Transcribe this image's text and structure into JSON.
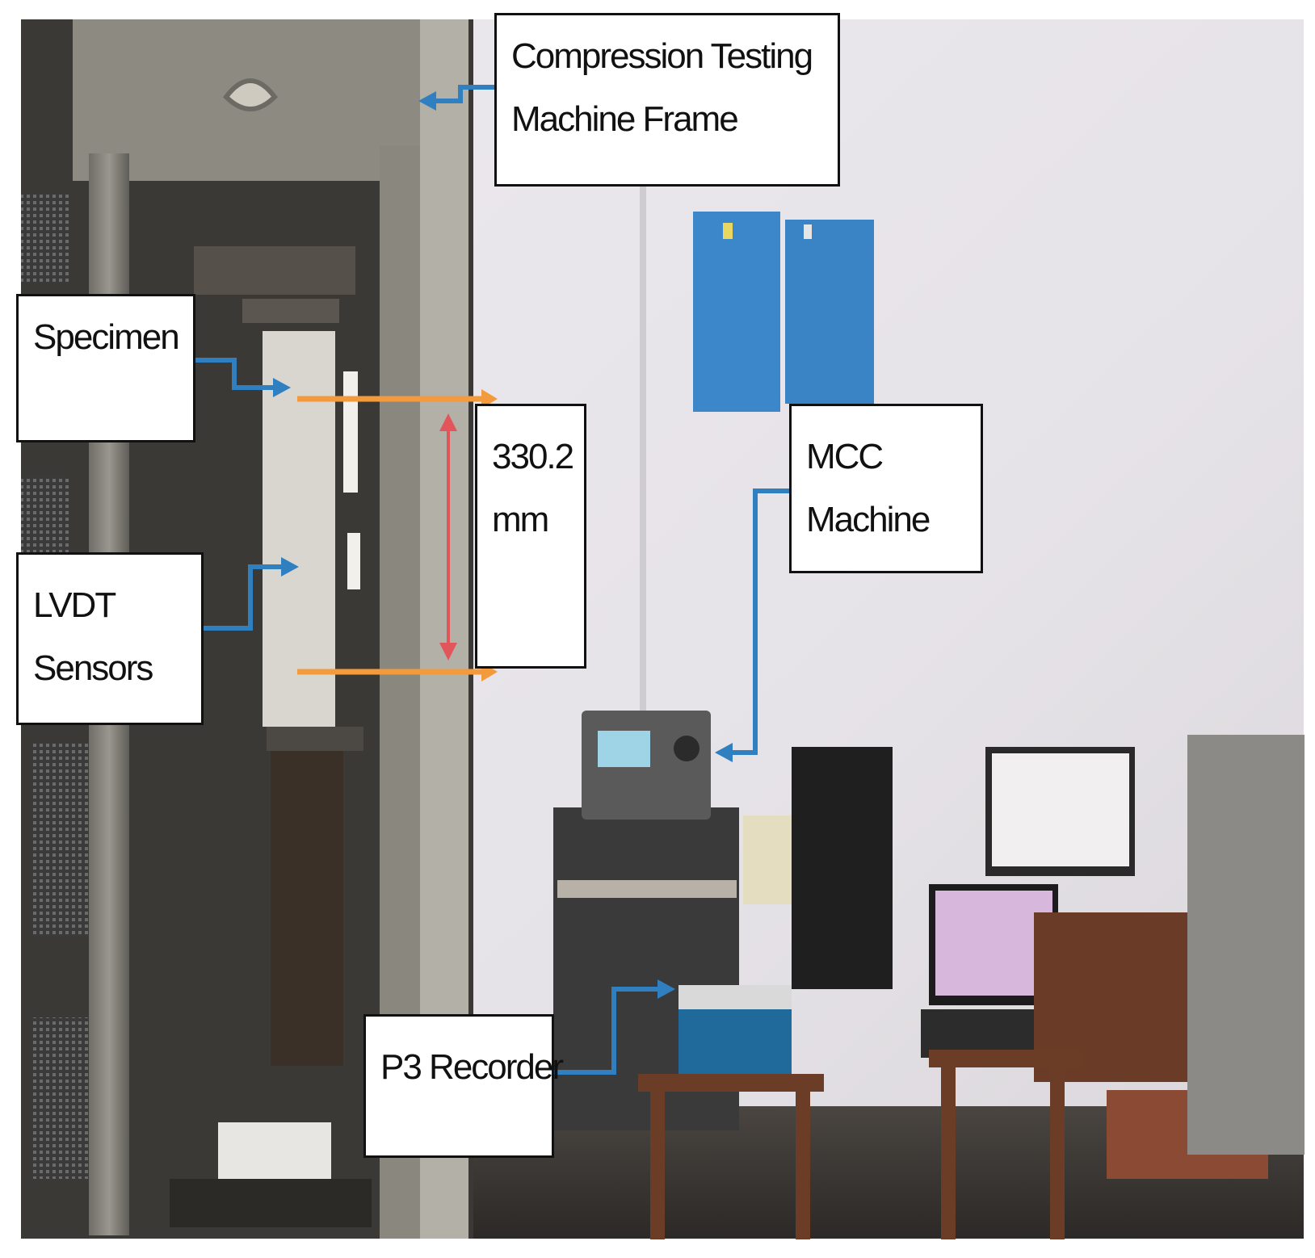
{
  "labels": {
    "frame": [
      "Compression Testing",
      "Machine Frame"
    ],
    "specimen": [
      "Specimen"
    ],
    "length": [
      "330.2",
      "mm"
    ],
    "mcc": [
      "MCC",
      "Machine"
    ],
    "lvdt": [
      "LVDT",
      "Sensors"
    ],
    "recorder": [
      "P3 Recorder"
    ]
  },
  "colors": {
    "callout_arrow": "#2f7fc1",
    "length_lines": "#f39a3c",
    "dimension_arrow": "#e2555a",
    "wall": "#e9e6ea"
  }
}
